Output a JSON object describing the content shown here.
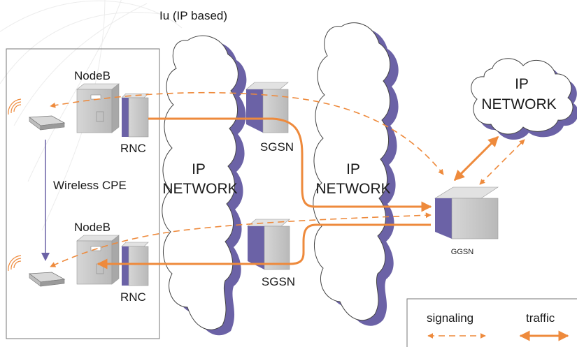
{
  "labels": {
    "iu": "Iu (IP based)",
    "nodeb_top": "NodeB",
    "nodeb_bottom": "NodeB",
    "rnc_top": "RNC",
    "rnc_bottom": "RNC",
    "wireless_cpe": "Wireless CPE",
    "sgsn_top": "SGSN",
    "sgsn_bottom": "SGSN",
    "cloud_left_line1": "IP",
    "cloud_left_line2": "NETWORK",
    "cloud_mid_line1": "IP",
    "cloud_mid_line2": "NETWORK",
    "cloud_right_line1": "IP",
    "cloud_right_line2": "NETWORK",
    "ggsn": "GGSN"
  },
  "legend": {
    "signaling": "signaling",
    "traffic": "traffic"
  },
  "colors": {
    "arrow": "#ee8a3c",
    "cloud_shadow": "#6b62a6",
    "box_front": "#c4c4c4",
    "box_side": "#6b62a6"
  }
}
